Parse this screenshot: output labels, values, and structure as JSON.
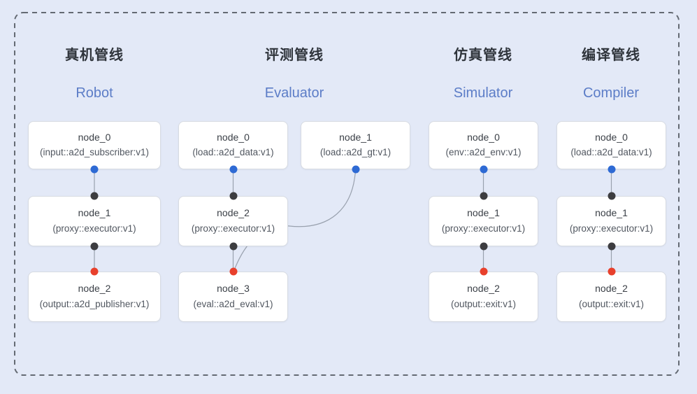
{
  "diagram": {
    "pipelines": [
      {
        "title_zh": "真机管线",
        "title_en": "Robot",
        "nodes": [
          {
            "name": "node_0",
            "spec": "(input::a2d_subscriber:v1)"
          },
          {
            "name": "node_1",
            "spec": "(proxy::executor:v1)"
          },
          {
            "name": "node_2",
            "spec": "(output::a2d_publisher:v1)"
          }
        ]
      },
      {
        "title_zh": "评测管线",
        "title_en": "Evaluator",
        "nodes": [
          {
            "name": "node_0",
            "spec": "(load::a2d_data:v1)"
          },
          {
            "name": "node_1",
            "spec": "(load::a2d_gt:v1)"
          },
          {
            "name": "node_2",
            "spec": "(proxy::executor:v1)"
          },
          {
            "name": "node_3",
            "spec": "(eval::a2d_eval:v1)"
          }
        ]
      },
      {
        "title_zh": "仿真管线",
        "title_en": "Simulator",
        "nodes": [
          {
            "name": "node_0",
            "spec": "(env::a2d_env:v1)"
          },
          {
            "name": "node_1",
            "spec": "(proxy::executor:v1)"
          },
          {
            "name": "node_2",
            "spec": "(output::exit:v1)"
          }
        ]
      },
      {
        "title_zh": "编译管线",
        "title_en": "Compiler",
        "nodes": [
          {
            "name": "node_0",
            "spec": "(load::a2d_data:v1)"
          },
          {
            "name": "node_1",
            "spec": "(proxy::executor:v1)"
          },
          {
            "name": "node_2",
            "spec": "(output::exit:v1)"
          }
        ]
      }
    ],
    "colors": {
      "background": "#e3e9f7",
      "dashed_border": "#646a73",
      "card_border": "#d7dbe2",
      "edge": "#99a1ae",
      "title_en": "#5c7dc7",
      "port_blue": "#2e6ad4",
      "port_black": "#3d3d40",
      "port_red": "#e8402c"
    }
  }
}
